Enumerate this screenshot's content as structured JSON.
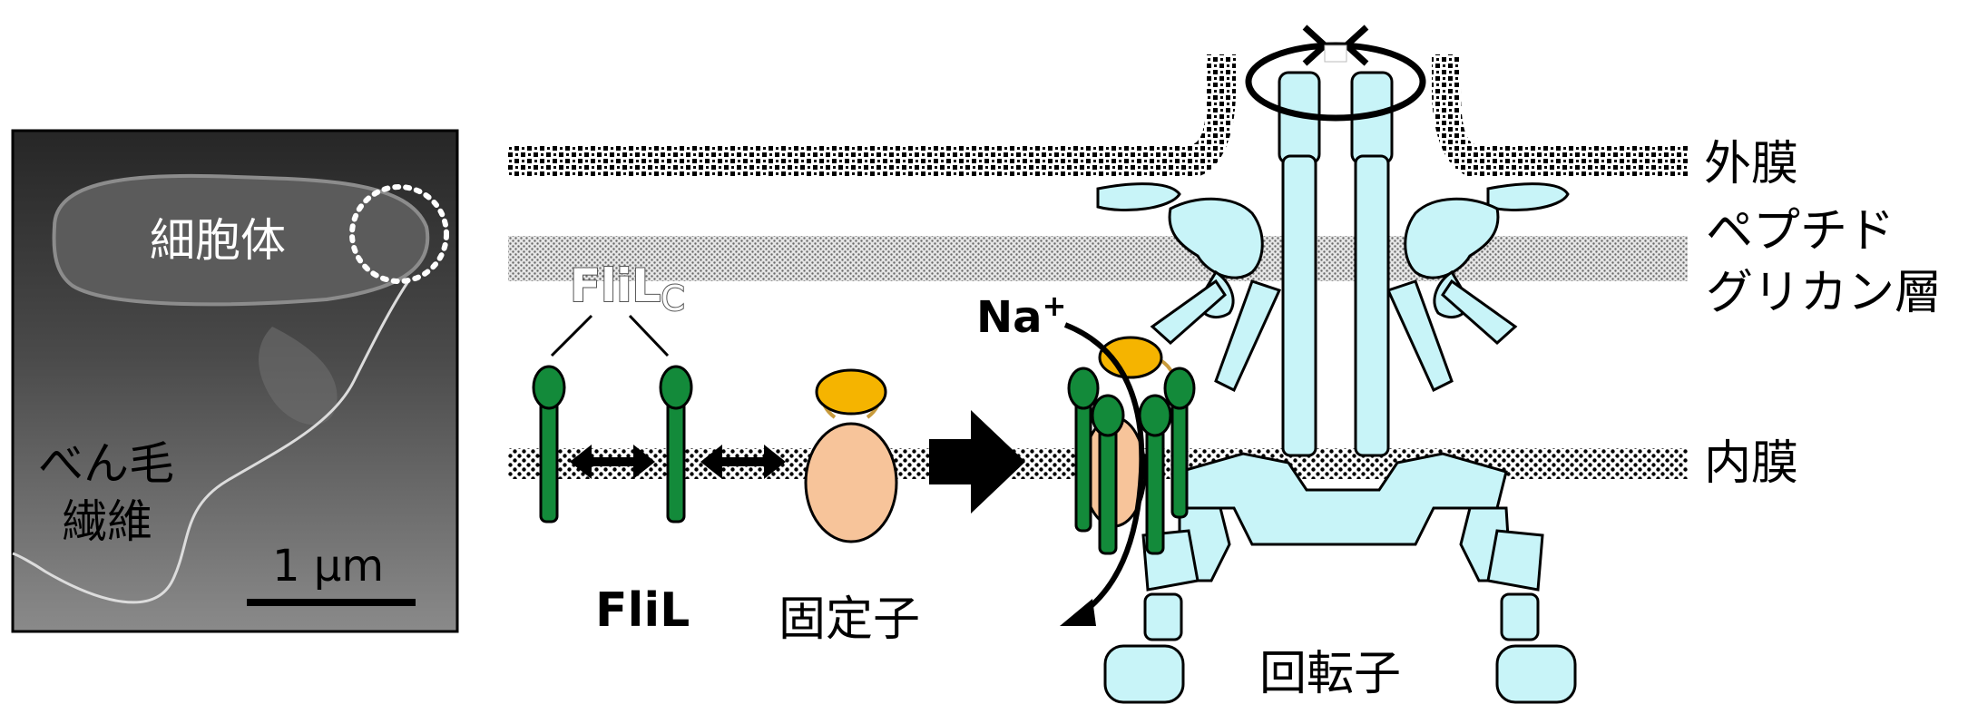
{
  "micrograph": {
    "cell_body_label": "細胞体",
    "flagellum_label_line1": "べん毛",
    "flagellum_label_line2": "繊維",
    "scale_bar_label": "1 μm"
  },
  "membranes": {
    "outer": "外膜",
    "peptidoglycan_line1": "ペプチド",
    "peptidoglycan_line2": "グリカン層",
    "inner": "内膜"
  },
  "components": {
    "flil_c_main": "FliL",
    "flil_c_sub": "C",
    "flil": "FliL",
    "stator": "固定子",
    "rotor": "回転子",
    "ion_main": "Na",
    "ion_sup": "+"
  },
  "colors": {
    "flil_green": "#138a3a",
    "stator_orange": "#f7c49a",
    "stator_yellow": "#f5b400",
    "motor_cyan": "#c8f4f8"
  }
}
